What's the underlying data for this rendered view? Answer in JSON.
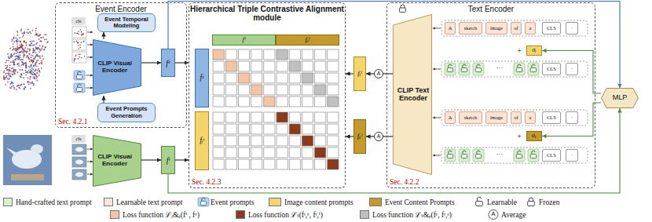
{
  "diagram": {
    "nodes": [
      {
        "text": [
          "Event Encoder",
          "Sec. 4.2.1"
        ]
      },
      {
        "text": [
          "Event Temporal Modeling"
        ],
        "in": 0
      },
      {
        "text": [
          "CLIP Visual Encoder"
        ],
        "in": 0
      },
      {
        "text": [
          "Event Prompts Generation"
        ],
        "in": 0
      },
      {
        "text": [
          "fᵉ"
        ],
        "in": 0
      },
      {
        "text": [
          "CLIP Visual Encoder"
        ]
      },
      {
        "text": [
          "fᵗ"
        ]
      },
      {
        "text": [
          "Hierarchical Triple Contrastive Alignment module",
          "Sec. 4.2.3"
        ]
      },
      {
        "text": [
          "fᵗ"
        ],
        "in": 7
      },
      {
        "text": [
          "fₑᵗ"
        ],
        "in": 7
      },
      {
        "text": [
          "fᵉ"
        ],
        "in": 7
      },
      {
        "text": [
          "fᵢᵗ"
        ],
        "in": 7
      },
      {
        "text": [
          "fᵢᵗ"
        ]
      },
      {
        "text": [
          "fₑᵗ"
        ]
      },
      {
        "text": [
          "A"
        ]
      },
      {
        "text": [
          "A"
        ]
      },
      {
        "text": [
          "Text Encoder",
          "Sec. 4.2.2"
        ]
      },
      {
        "text": [
          "CLIP Text Encoder"
        ],
        "in": 16
      },
      {
        "text": [
          "A"
        ],
        "in": 16
      },
      {
        "text": [
          "sketch"
        ],
        "in": 16
      },
      {
        "text": [
          "image"
        ],
        "in": 16
      },
      {
        "text": [
          "of"
        ],
        "in": 16
      },
      {
        "text": [
          "a"
        ],
        "in": 16
      },
      {
        "text": [
          "CLS"
        ],
        "in": 16
      },
      {
        "text": [
          "·"
        ],
        "in": 16
      },
      {
        "text": [
          "σᵢ"
        ],
        "in": 16
      },
      {
        "text": [
          "CLS"
        ],
        "in": 16
      },
      {
        "text": [
          "·"
        ],
        "in": 16
      },
      {
        "text": [
          "A"
        ],
        "in": 16
      },
      {
        "text": [
          "sketch"
        ],
        "in": 16
      },
      {
        "text": [
          "image"
        ],
        "in": 16
      },
      {
        "text": [
          "of"
        ],
        "in": 16
      },
      {
        "text": [
          "a"
        ],
        "in": 16
      },
      {
        "text": [
          "CLS"
        ],
        "in": 16
      },
      {
        "text": [
          "·"
        ],
        "in": 16
      },
      {
        "text": [
          "σₑ"
        ],
        "in": 16
      },
      {
        "text": [
          "CLS"
        ],
        "in": 16
      },
      {
        "text": [
          "·"
        ],
        "in": 16
      },
      {
        "text": [
          "MLP"
        ]
      }
    ],
    "edges": [
      {
        "from": 2,
        "to": 1,
        "arrow": "to"
      },
      {
        "from": 3,
        "to": 2,
        "arrow": "to"
      },
      {
        "from": 2,
        "to": 4,
        "arrow": "to"
      },
      {
        "from": 4,
        "to": 7,
        "arrow": "to"
      },
      {
        "from": 5,
        "to": 6,
        "arrow": "to"
      },
      {
        "from": 6,
        "to": 7,
        "arrow": "to"
      },
      {
        "from": 12,
        "to": 7,
        "arrow": "to"
      },
      {
        "from": 13,
        "to": 7,
        "arrow": "to"
      },
      {
        "from": 14,
        "to": 12,
        "arrow": "to"
      },
      {
        "from": 15,
        "to": 13,
        "arrow": "to"
      },
      {
        "from": 17,
        "to": 14,
        "arrow": "none"
      },
      {
        "from": 17,
        "to": 15,
        "arrow": "none"
      },
      {
        "from": 38,
        "to": 25,
        "arrow": "to"
      },
      {
        "from": 38,
        "to": 35,
        "arrow": "to"
      },
      {
        "from": 4,
        "to": 38,
        "arrow": "to"
      },
      {
        "from": 6,
        "to": 38,
        "arrow": "to"
      }
    ],
    "labels": [
      "cls",
      "cls",
      "+",
      "+",
      "···",
      "···",
      "δᵢ",
      "δₑ",
      "A"
    ],
    "legend": [
      {
        "text": "Hand-crafted text prompt",
        "color": "#d9efd3"
      },
      {
        "text": "Learnable text prompt",
        "color": "#fbe3d6"
      },
      {
        "text": "Event prompts"
      },
      {
        "text": "Image content prompts",
        "color": "#f6d46c"
      },
      {
        "text": "Event Content Prompts",
        "color": "#c49a2c"
      },
      {
        "text": "Learnable"
      },
      {
        "text": "Frozen"
      },
      {
        "text": "Loss function ℒᵢ&ₑ(fⁱ , fᵉ)",
        "color": "#f4c4a4"
      },
      {
        "text": "Loss function ℒₜ(fᵗ,ᵉ, fᵗ,ⁱ)",
        "color": "#8b3a1a"
      },
      {
        "text": "Loss function ℒₜ&ₑ(fᵉ, fᵗ,ᵉ)",
        "color": "#c0c0c0"
      },
      {
        "text": "Average"
      }
    ]
  }
}
